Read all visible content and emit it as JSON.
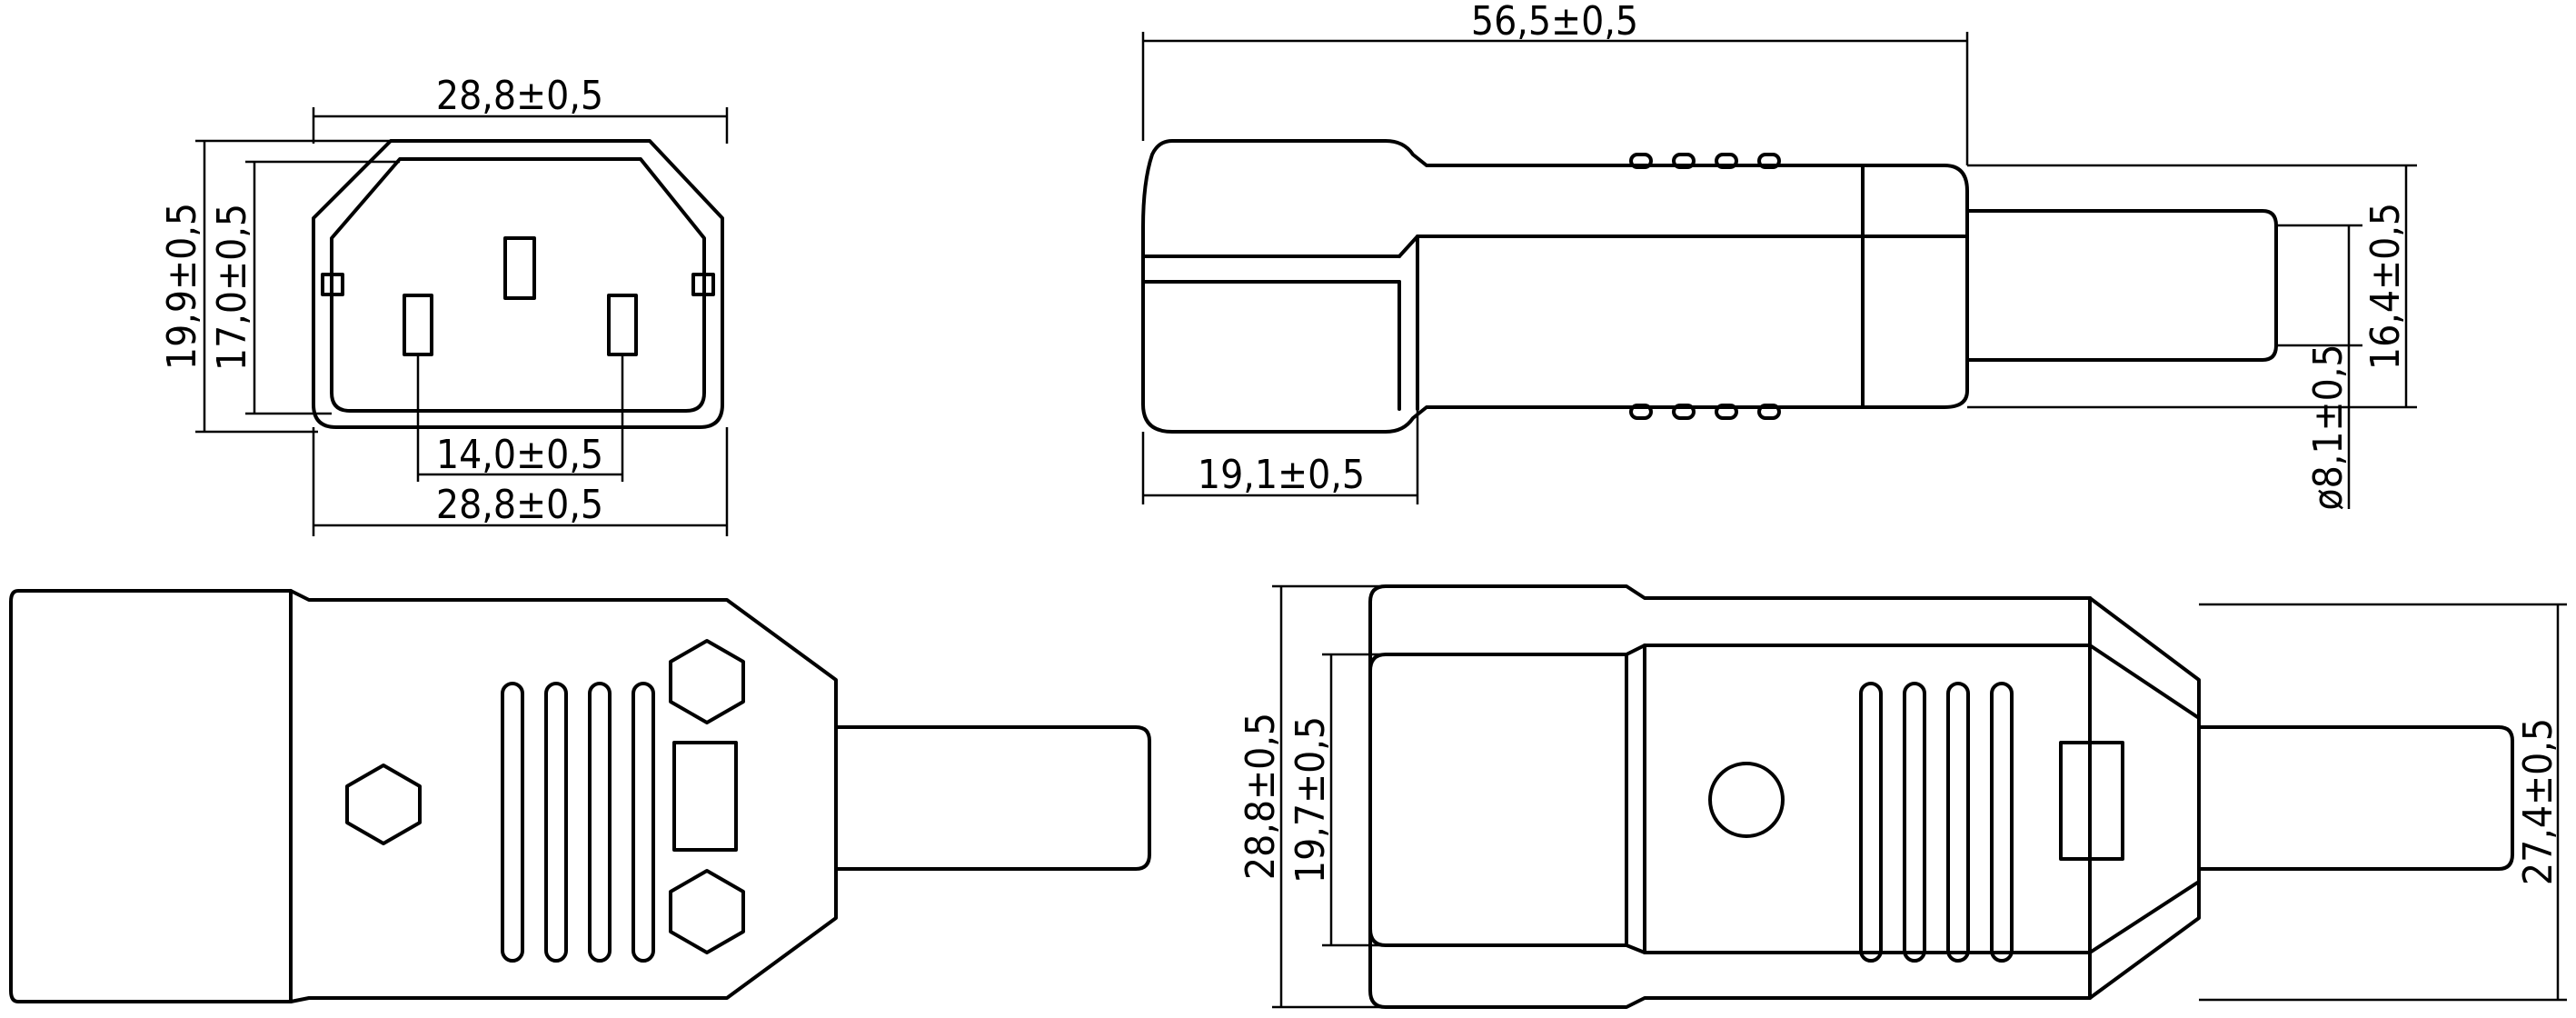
{
  "dimensions": {
    "front_outer_width_top": "28,8±0,5",
    "front_outer_height": "19,9±0,5",
    "front_inner_height": "17,0±0,5",
    "front_pin_spacing": "14,0±0,5",
    "front_outer_width_bottom": "28,8±0,5",
    "side_overall_length": "56,5±0,5",
    "side_head_length": "19,1±0,5",
    "side_strain_relief_height": "16,4±0,5",
    "side_cable_diameter": "ø8,1±0,5",
    "bottom_overall_height": "28,8±0,5",
    "bottom_head_height": "19,7±0,5",
    "bottom_body_height": "27,4±0,5"
  }
}
